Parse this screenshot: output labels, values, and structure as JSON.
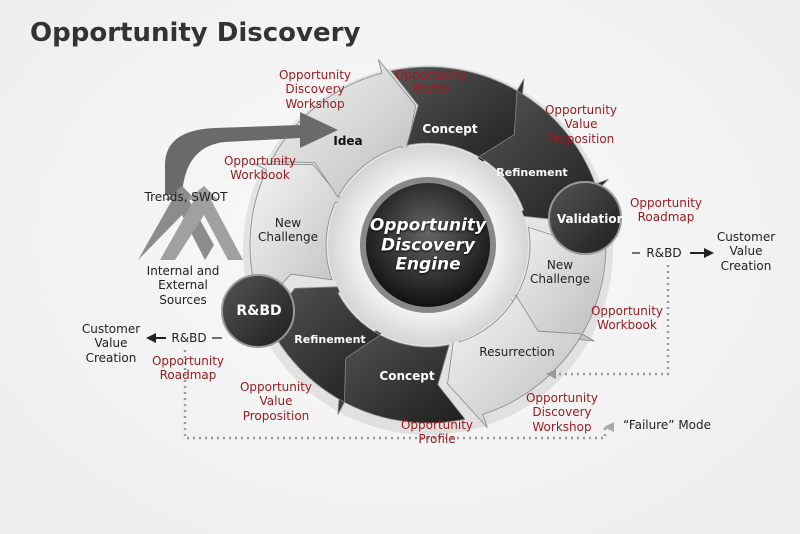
{
  "title": "Opportunity Discovery",
  "hub": {
    "line1": "Opportunity",
    "line2": "Discovery",
    "line3": "Engine"
  },
  "stages": {
    "idea": "Idea",
    "concept_top": "Concept",
    "refinement_right": "Refinement",
    "validation": "Validation",
    "new_challenge_right": "New Challenge",
    "resurrection": "Resurrection",
    "concept_bottom": "Concept",
    "refinement_left": "Refinement",
    "rbd_circle": "R&BD",
    "new_challenge_left": "New Challenge"
  },
  "artifacts": {
    "workshop_top": "Opportunity Discovery Workshop",
    "profile_top": "Opportunity Profile",
    "value_prop_top": "Opportunity Value Proposition",
    "roadmap_right": "Opportunity Roadmap",
    "workbook_left": "Opportunity Workbook",
    "workbook_right": "Opportunity Workbook",
    "workshop_bottom": "Opportunity Discovery Workshop",
    "profile_bottom": "Opportunity Profile",
    "value_prop_bottom": "Opportunity Value Proposition",
    "roadmap_left": "Opportunity Roadmap"
  },
  "inputs": {
    "trends": "Trends, SWOT",
    "sources": "Internal and External Sources"
  },
  "outputs": {
    "rbd_right": "R&BD",
    "rbd_left": "R&BD",
    "cvc_right": "Customer Value Creation",
    "cvc_left": "Customer Value Creation",
    "failure": "“Failure” Mode"
  },
  "colors": {
    "accent_red": "#9b1c20",
    "dark": "#2a2a2a",
    "light": "#d8d8d8"
  }
}
